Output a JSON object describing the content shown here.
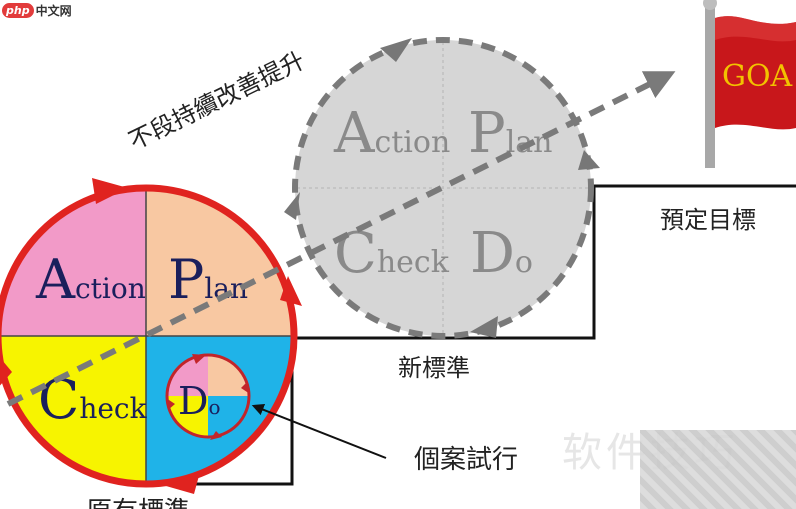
{
  "watermark": {
    "logo_php": "php",
    "logo_cn": "中文网",
    "text": "软件技巧"
  },
  "flag": {
    "text": "GOA"
  },
  "slogan": "不段持續改善提升",
  "labels": {
    "goal": "預定目標",
    "new_standard": "新標準",
    "trial": "個案試行",
    "original_standard": "原有標準"
  },
  "big_cycle": {
    "quadrants": [
      {
        "big": "A",
        "small": "ction",
        "color": "#f29ac8"
      },
      {
        "big": "P",
        "small": "lan",
        "color": "#f8c8a2"
      },
      {
        "big": "C",
        "small": "heck",
        "color": "#f7f400"
      },
      {
        "big": "D",
        "small": "o",
        "color": "#1fb3e8"
      }
    ],
    "ring_color": "#e0231f"
  },
  "ghost_cycle": {
    "quadrants": [
      {
        "big": "A",
        "small": "ction"
      },
      {
        "big": "P",
        "small": "lan"
      },
      {
        "big": "C",
        "small": "heck"
      },
      {
        "big": "D",
        "small": "o"
      }
    ],
    "fill": "#d6d6d6",
    "dash_color": "#7a7a7a"
  },
  "mini_cycle": {
    "big": "D",
    "small": "o"
  }
}
